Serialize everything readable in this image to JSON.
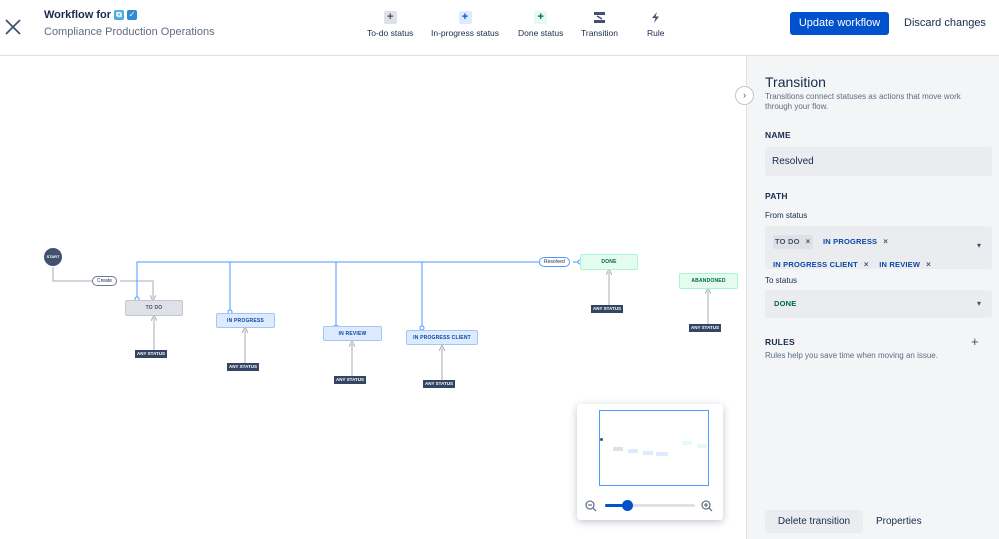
{
  "header": {
    "title": "Workflow for",
    "subtitle": "Compliance Production Operations",
    "tools": [
      {
        "label": "To-do status",
        "icon": "plus-grey-icon"
      },
      {
        "label": "In-progress status",
        "icon": "plus-blue-icon"
      },
      {
        "label": "Done status",
        "icon": "plus-green-icon"
      },
      {
        "label": "Transition",
        "icon": "transition-icon"
      },
      {
        "label": "Rule",
        "icon": "lightning-icon"
      }
    ],
    "update_label": "Update workflow",
    "discard_label": "Discard changes"
  },
  "diagram": {
    "start": "START",
    "create": "Create",
    "resolved": "Resolved",
    "nodes": {
      "todo": "TO DO",
      "in_progress": "IN PROGRESS",
      "in_review": "IN REVIEW",
      "in_progress_client": "IN PROGRESS CLIENT",
      "done": "DONE",
      "abandoned": "ABANDONED"
    },
    "any_status": "ANY STATUS"
  },
  "panel": {
    "title": "Transition",
    "description": "Transitions connect statuses as actions that move work through your flow.",
    "name_heading": "NAME",
    "name_value": "Resolved",
    "path_heading": "PATH",
    "from_label": "From status",
    "from_tags": [
      "TO DO",
      "IN PROGRESS",
      "IN PROGRESS CLIENT",
      "IN REVIEW"
    ],
    "to_label": "To status",
    "to_value": "DONE",
    "rules_heading": "RULES",
    "rules_desc": "Rules help you save time when moving an issue.",
    "delete_label": "Delete transition",
    "properties_label": "Properties"
  },
  "colors": {
    "primary": "#0052cc",
    "link_line": "#4c9aff",
    "done_text": "#006644"
  }
}
